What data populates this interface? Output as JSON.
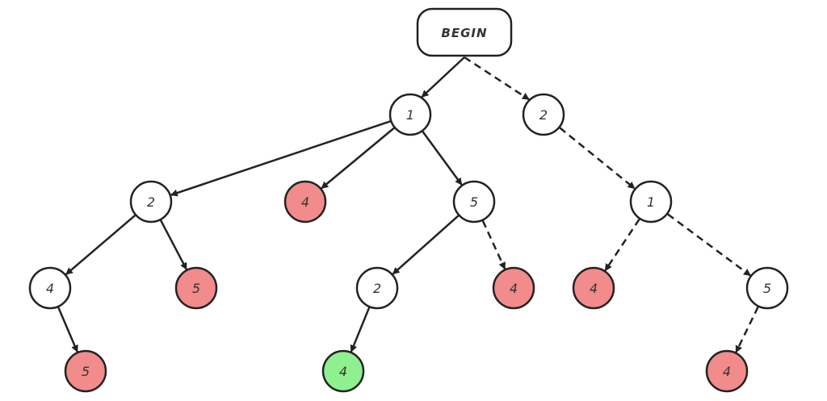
{
  "title": "Search tree from BEGIN",
  "colors": {
    "default": "#ffffff",
    "dead_end": "#f28b8b",
    "goal": "#8ef08e",
    "stroke": "#222222"
  },
  "nodes": [
    {
      "id": "begin",
      "label": "BEGIN",
      "kind": "root",
      "state": "default"
    },
    {
      "id": "n1",
      "label": "1",
      "state": "default"
    },
    {
      "id": "n2",
      "label": "2",
      "state": "default"
    },
    {
      "id": "n1_2",
      "label": "2",
      "state": "default"
    },
    {
      "id": "n1_4",
      "label": "4",
      "state": "dead_end"
    },
    {
      "id": "n1_5",
      "label": "5",
      "state": "default"
    },
    {
      "id": "n2_1",
      "label": "1",
      "state": "default"
    },
    {
      "id": "n1_2_4",
      "label": "4",
      "state": "default"
    },
    {
      "id": "n1_2_5",
      "label": "5",
      "state": "dead_end"
    },
    {
      "id": "n1_5_2",
      "label": "2",
      "state": "default"
    },
    {
      "id": "n1_5_4",
      "label": "4",
      "state": "dead_end"
    },
    {
      "id": "n2_1_4",
      "label": "4",
      "state": "dead_end"
    },
    {
      "id": "n2_1_5",
      "label": "5",
      "state": "default"
    },
    {
      "id": "n1_2_4_5",
      "label": "5",
      "state": "dead_end"
    },
    {
      "id": "n1_5_2_4",
      "label": "4",
      "state": "goal"
    },
    {
      "id": "n2_1_5_4",
      "label": "4",
      "state": "dead_end"
    }
  ],
  "edges": [
    {
      "from": "begin",
      "to": "n1",
      "style": "solid"
    },
    {
      "from": "begin",
      "to": "n2",
      "style": "dashed"
    },
    {
      "from": "n1",
      "to": "n1_2",
      "style": "solid"
    },
    {
      "from": "n1",
      "to": "n1_4",
      "style": "solid"
    },
    {
      "from": "n1",
      "to": "n1_5",
      "style": "solid"
    },
    {
      "from": "n2",
      "to": "n2_1",
      "style": "dashed"
    },
    {
      "from": "n1_2",
      "to": "n1_2_4",
      "style": "solid"
    },
    {
      "from": "n1_2",
      "to": "n1_2_5",
      "style": "solid"
    },
    {
      "from": "n1_5",
      "to": "n1_5_2",
      "style": "solid"
    },
    {
      "from": "n1_5",
      "to": "n1_5_4",
      "style": "dashed"
    },
    {
      "from": "n2_1",
      "to": "n2_1_4",
      "style": "dashed"
    },
    {
      "from": "n2_1",
      "to": "n2_1_5",
      "style": "dashed"
    },
    {
      "from": "n1_2_4",
      "to": "n1_2_4_5",
      "style": "solid"
    },
    {
      "from": "n1_5_2",
      "to": "n1_5_2_4",
      "style": "solid"
    },
    {
      "from": "n2_1_5",
      "to": "n2_1_5_4",
      "style": "dashed"
    }
  ]
}
